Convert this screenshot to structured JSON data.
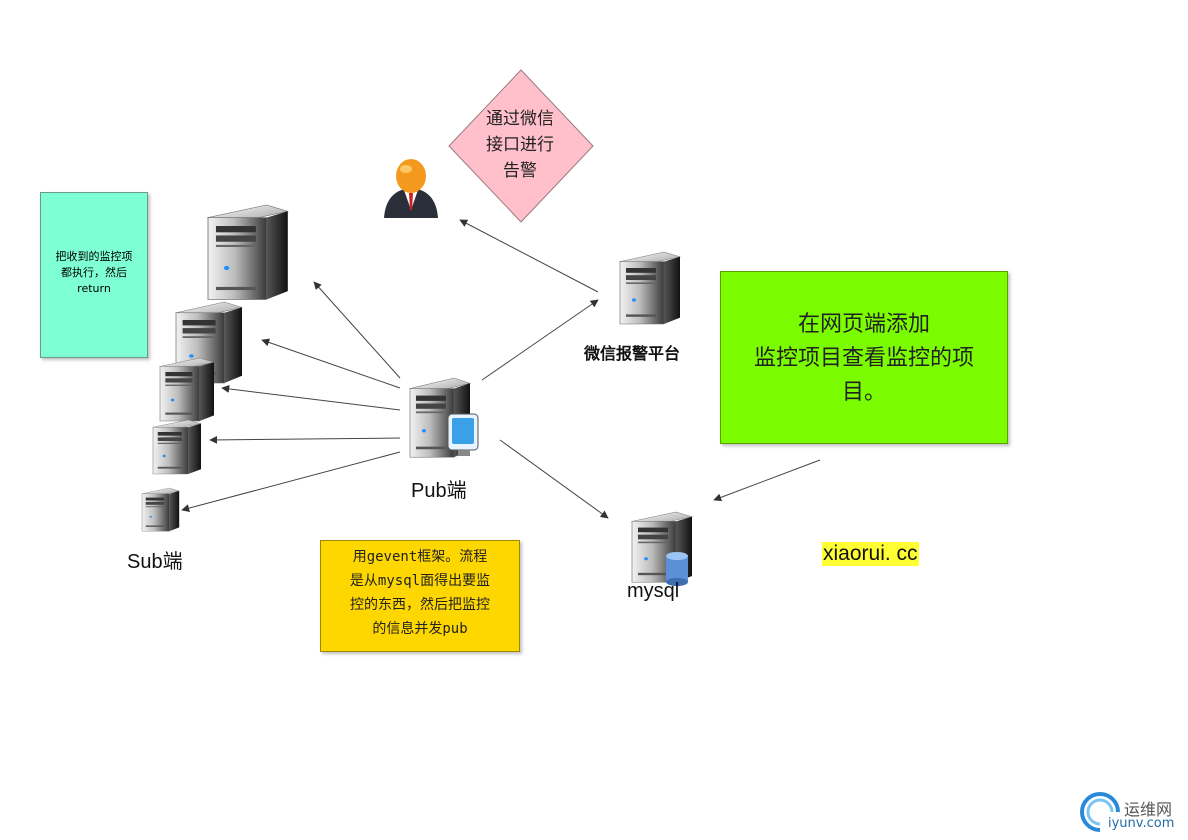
{
  "notes": {
    "cyan_line1": "把收到的监控项",
    "cyan_line2": "都执行，然后",
    "cyan_line3": "return",
    "green_line1": "在网页端添加",
    "green_line2": "监控项目查看监控的项",
    "green_line3": "目。",
    "yellow_line1": "用gevent框架。流程",
    "yellow_line2": "是从mysql面得出要监",
    "yellow_line3": "控的东西，然后把监控",
    "yellow_line4": "的信息并发pub"
  },
  "diamond": {
    "line1": "通过微信",
    "line2": "接口进行",
    "line3": "告警"
  },
  "labels": {
    "pub": "Pub端",
    "sub": "Sub端",
    "wechat": "微信报警平台",
    "mysql": "mysql"
  },
  "watermark": {
    "site": "xiaorui. cc",
    "logo_cn": "运维网",
    "logo_url": "iyunv.com"
  },
  "colors": {
    "cyan_note": "#7fffd4",
    "green_note": "#7cfc00",
    "yellow_note": "#ffd700",
    "diamond": "#ffc0cb",
    "highlight": "#ffff33"
  }
}
